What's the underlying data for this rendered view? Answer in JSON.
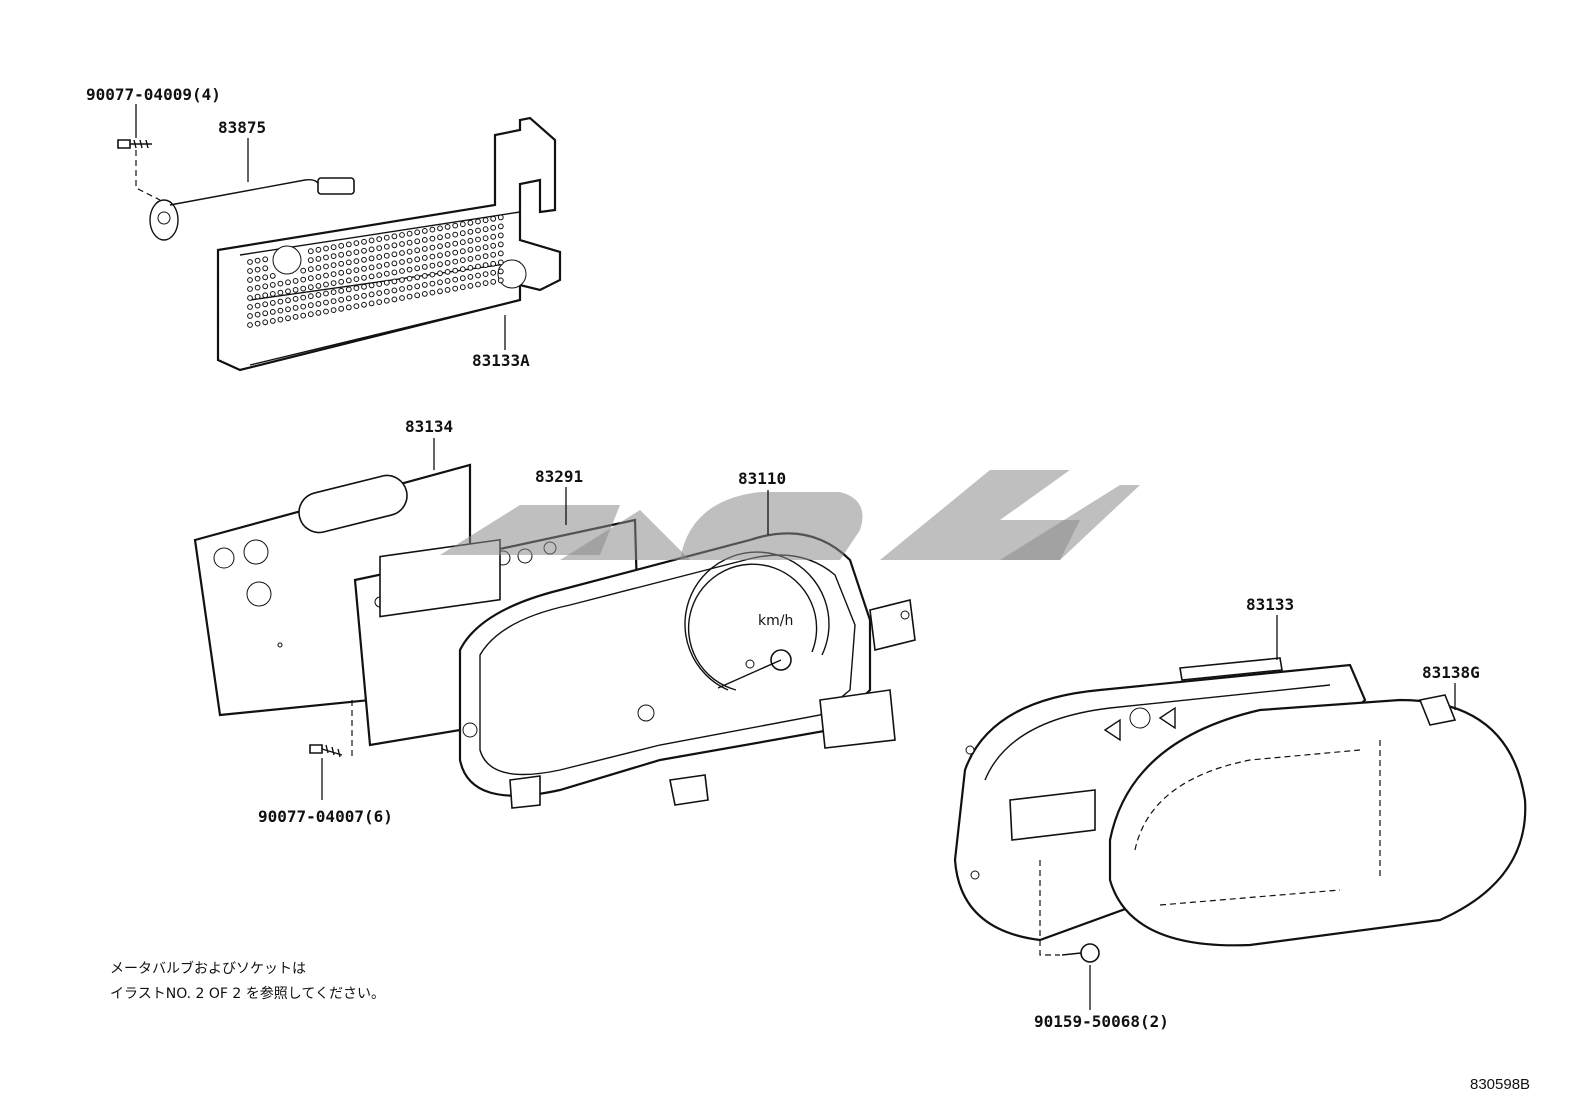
{
  "labels": {
    "screw_top": "90077-04009(4)",
    "wire": "83875",
    "plate": "83133A",
    "board": "83134",
    "panel": "83291",
    "meter": "83110",
    "case": "83133",
    "glass": "83138G",
    "screw_mid": "90077-04007(6)",
    "screw_bottom": "90159-50068(2)"
  },
  "note": {
    "line1": "メータバルブおよびソケットは",
    "line2": "イラストNO. 2  OF  2  を参照してください。"
  },
  "drawing_code": "830598B",
  "gauge_unit": "km/h"
}
